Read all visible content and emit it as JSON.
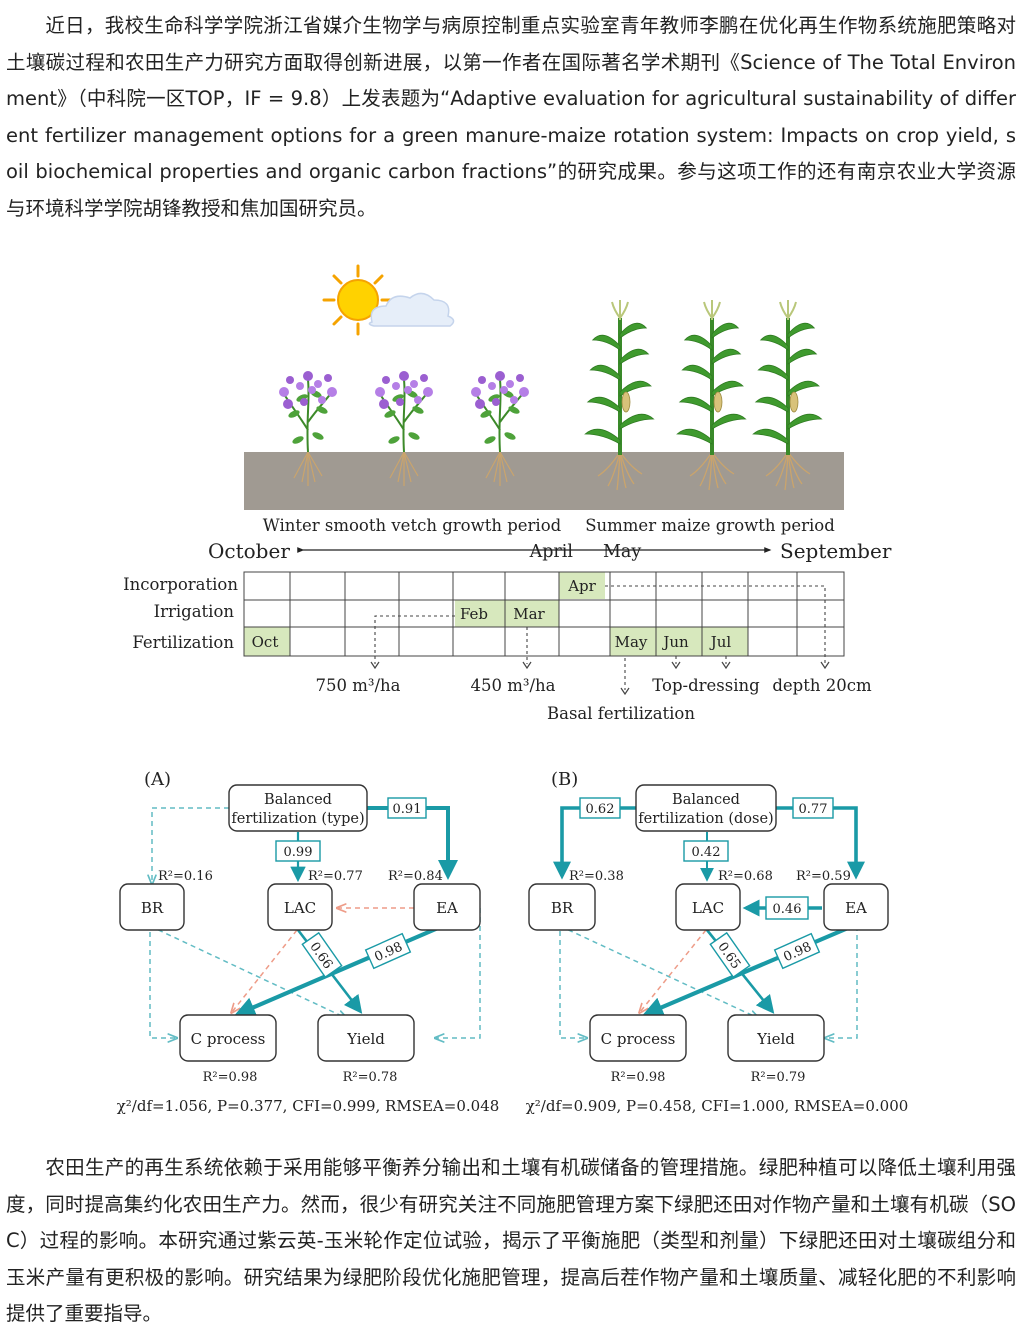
{
  "article": {
    "intro": "近日，我校生命科学学院浙江省媒介生物学与病原控制重点实验室青年教师李鹏在优化再生作物系统施肥策略对土壤碳过程和农田生产力研究方面取得创新进展，以第一作者在国际著名学术期刊《Science of The Total Environment》（中科院一区TOP，IF = 9.8）上发表题为“Adaptive evaluation for agricultural sustainability of different fertilizer management options for a green manure-maize rotation system: Impacts on crop yield, soil biochemical properties and organic carbon fractions”的研究成果。参与这项工作的还有南京农业大学资源与环境科学学院胡锋教授和焦加国研究员。",
    "outro": "农田生产的再生系统依赖于采用能够平衡养分输出和土壤有机碳储备的管理措施。绿肥种植可以降低土壤利用强度，同时提高集约化农田生产力。然而，很少有研究关注不同施肥管理方案下绿肥还田对作物产量和土壤有机碳（SOC）过程的影响。本研究通过紫云英-玉米轮作定位试验，揭示了平衡施肥（类型和剂量）下绿肥还田对土壤碳组分和玉米产量有更积极的影响。研究结果为绿肥阶段优化施肥管理，提高后茬作物产量和土壤质量、减轻化肥的不利影响提供了重要指导。"
  },
  "timeline": {
    "winter_period": "Winter smooth vetch growth period",
    "summer_period": "Summer maize growth period",
    "month_left": "October",
    "month_april": "April",
    "month_may": "May",
    "month_right": "September",
    "row_incorporation": "Incorporation",
    "row_irrigation": "Irrigation",
    "row_fertilization": "Fertilization",
    "cell_oct": "Oct",
    "cell_feb": "Feb",
    "cell_mar": "Mar",
    "cell_apr": "Apr",
    "cell_may": "May",
    "cell_jun": "Jun",
    "cell_jul": "Jul",
    "note_750": "750 m³/ha",
    "note_450": "450 m³/ha",
    "note_basal": "Basal fertilization",
    "note_topdressing": "Top-dressing",
    "note_depth": "depth 20cm",
    "colors": {
      "cell_green": "#d7e8bd",
      "soil": "#a09a92"
    }
  },
  "path_a": {
    "label": "(A)",
    "top_line1": "Balanced",
    "top_line2": "fertilization (type)",
    "coef_to_br": "",
    "coef_to_ea": "0.91",
    "coef_to_lac": "0.99",
    "r2_br": "R²=0.16",
    "r2_lac": "R²=0.77",
    "r2_ea": "R²=0.84",
    "node_br": "BR",
    "node_lac": "LAC",
    "node_ea": "EA",
    "coef_lac_yield": "0.66",
    "coef_ea_c": "0.98",
    "node_c": "C process",
    "node_yield": "Yield",
    "r2_c": "R²=0.98",
    "r2_yield": "R²=0.78",
    "fit": "χ²/df=1.056, P=0.377, CFI=0.999, RMSEA=0.048"
  },
  "path_b": {
    "label": "(B)",
    "top_line1": "Balanced",
    "top_line2": "fertilization (dose)",
    "coef_to_br": "0.62",
    "coef_to_ea": "0.77",
    "coef_to_lac": "0.42",
    "r2_br": "R²=0.38",
    "r2_lac": "R²=0.68",
    "r2_ea": "R²=0.59",
    "node_br": "BR",
    "node_lac": "LAC",
    "node_ea": "EA",
    "coef_ea_lac": "0.46",
    "coef_lac_yield": "0.65",
    "coef_ea_c": "0.98",
    "node_c": "C process",
    "node_yield": "Yield",
    "r2_c": "R²=0.98",
    "r2_yield": "R²=0.79",
    "fit": "χ²/df=0.909, P=0.458, CFI=1.000, RMSEA=0.000"
  },
  "colors": {
    "teal": "#1a9aa6",
    "teal_dash": "#62bcc4",
    "salmon": "#ee9c88"
  }
}
